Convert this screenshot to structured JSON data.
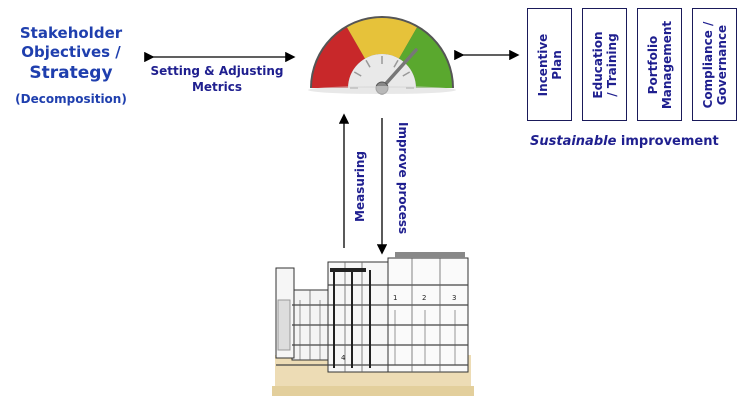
{
  "stakeholder": {
    "line1": "Stakeholder",
    "line2": "Objectives /",
    "line3": "Strategy",
    "line4": "(Decomposition)"
  },
  "setting_label_line1": "Setting & Adjusting",
  "setting_label_line2": "Metrics",
  "boxes": [
    {
      "line1": "Incentive",
      "line2": "Plan"
    },
    {
      "line1": "Education",
      "line2": "/ Training"
    },
    {
      "line1": "Portfolio",
      "line2": "Management"
    },
    {
      "line1": "Compliance /",
      "line2": "Governance"
    }
  ],
  "sustainable_italic": "Sustainable",
  "sustainable_rest": " improvement",
  "measuring_label": "Measuring",
  "improve_label": "Improve process",
  "colors": {
    "text_dark": "#1f1f8f",
    "text_blue": "#1f3fae",
    "gauge_red": "#c8282a",
    "gauge_yellow": "#e6c23a",
    "gauge_green": "#5aa82e"
  }
}
